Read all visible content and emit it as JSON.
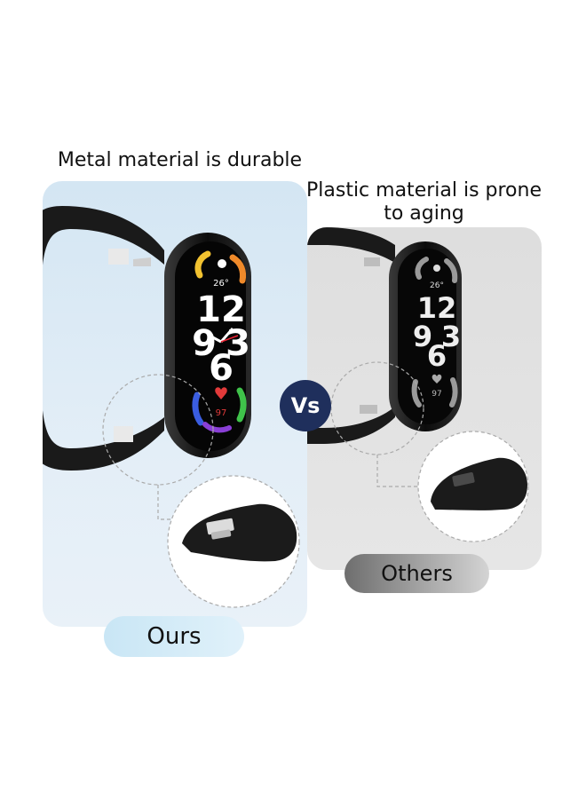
{
  "left": {
    "heading": "Metal material is durable",
    "label": "Ours",
    "watch": {
      "temperature": "26°",
      "hour": "12",
      "digits_left": "9",
      "digits_bottom": "6",
      "digits_right": "3",
      "heart_rate": "97"
    }
  },
  "right": {
    "heading": "Plastic material is prone to aging",
    "label": "Others",
    "watch": {
      "temperature": "26°",
      "hour": "12",
      "digits_left": "9",
      "digits_bottom": "6",
      "digits_right": "3",
      "heart_rate": "97"
    }
  },
  "vs_badge": "Vs",
  "colors": {
    "vs_badge": "#1f2f5c",
    "panel_ours": "#dce9f4",
    "panel_others": "#e2e2e2",
    "strap": "#1a1a1a",
    "ring_yellow": "#f2c230",
    "ring_orange": "#f08a2a",
    "ring_green": "#3fc24a",
    "ring_blue": "#3a5de0",
    "ring_purple": "#8a3fd6"
  }
}
